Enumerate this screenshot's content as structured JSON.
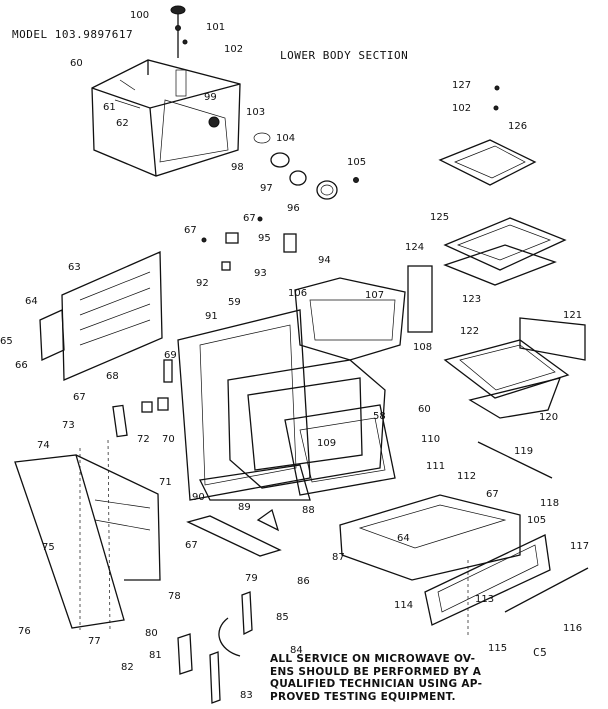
{
  "header": {
    "model": "MODEL 103.9897617",
    "section": "LOWER BODY SECTION"
  },
  "footer": {
    "note_lines": [
      "ALL SERVICE ON MICROWAVE OV-",
      "ENS SHOULD BE PERFORMED BY A",
      "QUALIFIED TECHNICIAN USING AP-",
      "PROVED TESTING EQUIPMENT."
    ],
    "page_code": "C5"
  },
  "part_labels": [
    "100",
    "101",
    "102",
    "60",
    "99",
    "61",
    "62",
    "103",
    "104",
    "98",
    "105",
    "97",
    "96",
    "127",
    "102",
    "126",
    "125",
    "124",
    "67",
    "95",
    "67",
    "94",
    "93",
    "92",
    "63",
    "64",
    "65",
    "66",
    "59",
    "106",
    "107",
    "123",
    "91",
    "121",
    "122",
    "108",
    "69",
    "68",
    "67",
    "73",
    "72",
    "70",
    "60",
    "58",
    "109",
    "110",
    "120",
    "111",
    "74",
    "71",
    "90",
    "119",
    "112",
    "89",
    "67",
    "118",
    "88",
    "75",
    "105",
    "64",
    "67",
    "87",
    "117",
    "79",
    "86",
    "78",
    "113",
    "76",
    "77",
    "114",
    "116",
    "80",
    "85",
    "84",
    "115",
    "81",
    "82",
    "83"
  ]
}
